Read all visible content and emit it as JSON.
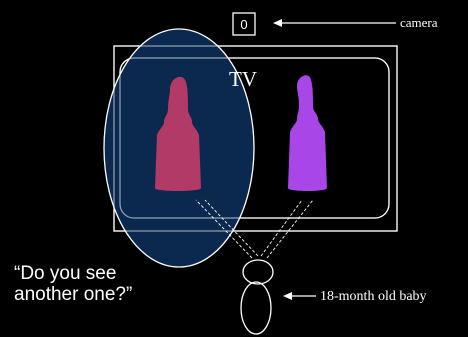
{
  "labels": {
    "camera": "camera",
    "camera_symbol": "0",
    "tv": "TV",
    "quote_line1": "“Do you see",
    "quote_line2": "another one?”",
    "baby": "18-month old baby"
  },
  "colors": {
    "background": "#000000",
    "outline": "#ffffff",
    "spotlight_fill": "#0b2a52",
    "bottle_left": "#b23a66",
    "bottle_right": "#a846e8"
  }
}
